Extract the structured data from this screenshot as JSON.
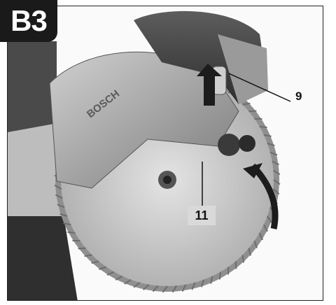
{
  "figure": {
    "label": "B3",
    "brand_text": "BOSCH",
    "callouts": [
      {
        "id": "9",
        "text": "9"
      },
      {
        "id": "11",
        "text": "11"
      }
    ]
  }
}
